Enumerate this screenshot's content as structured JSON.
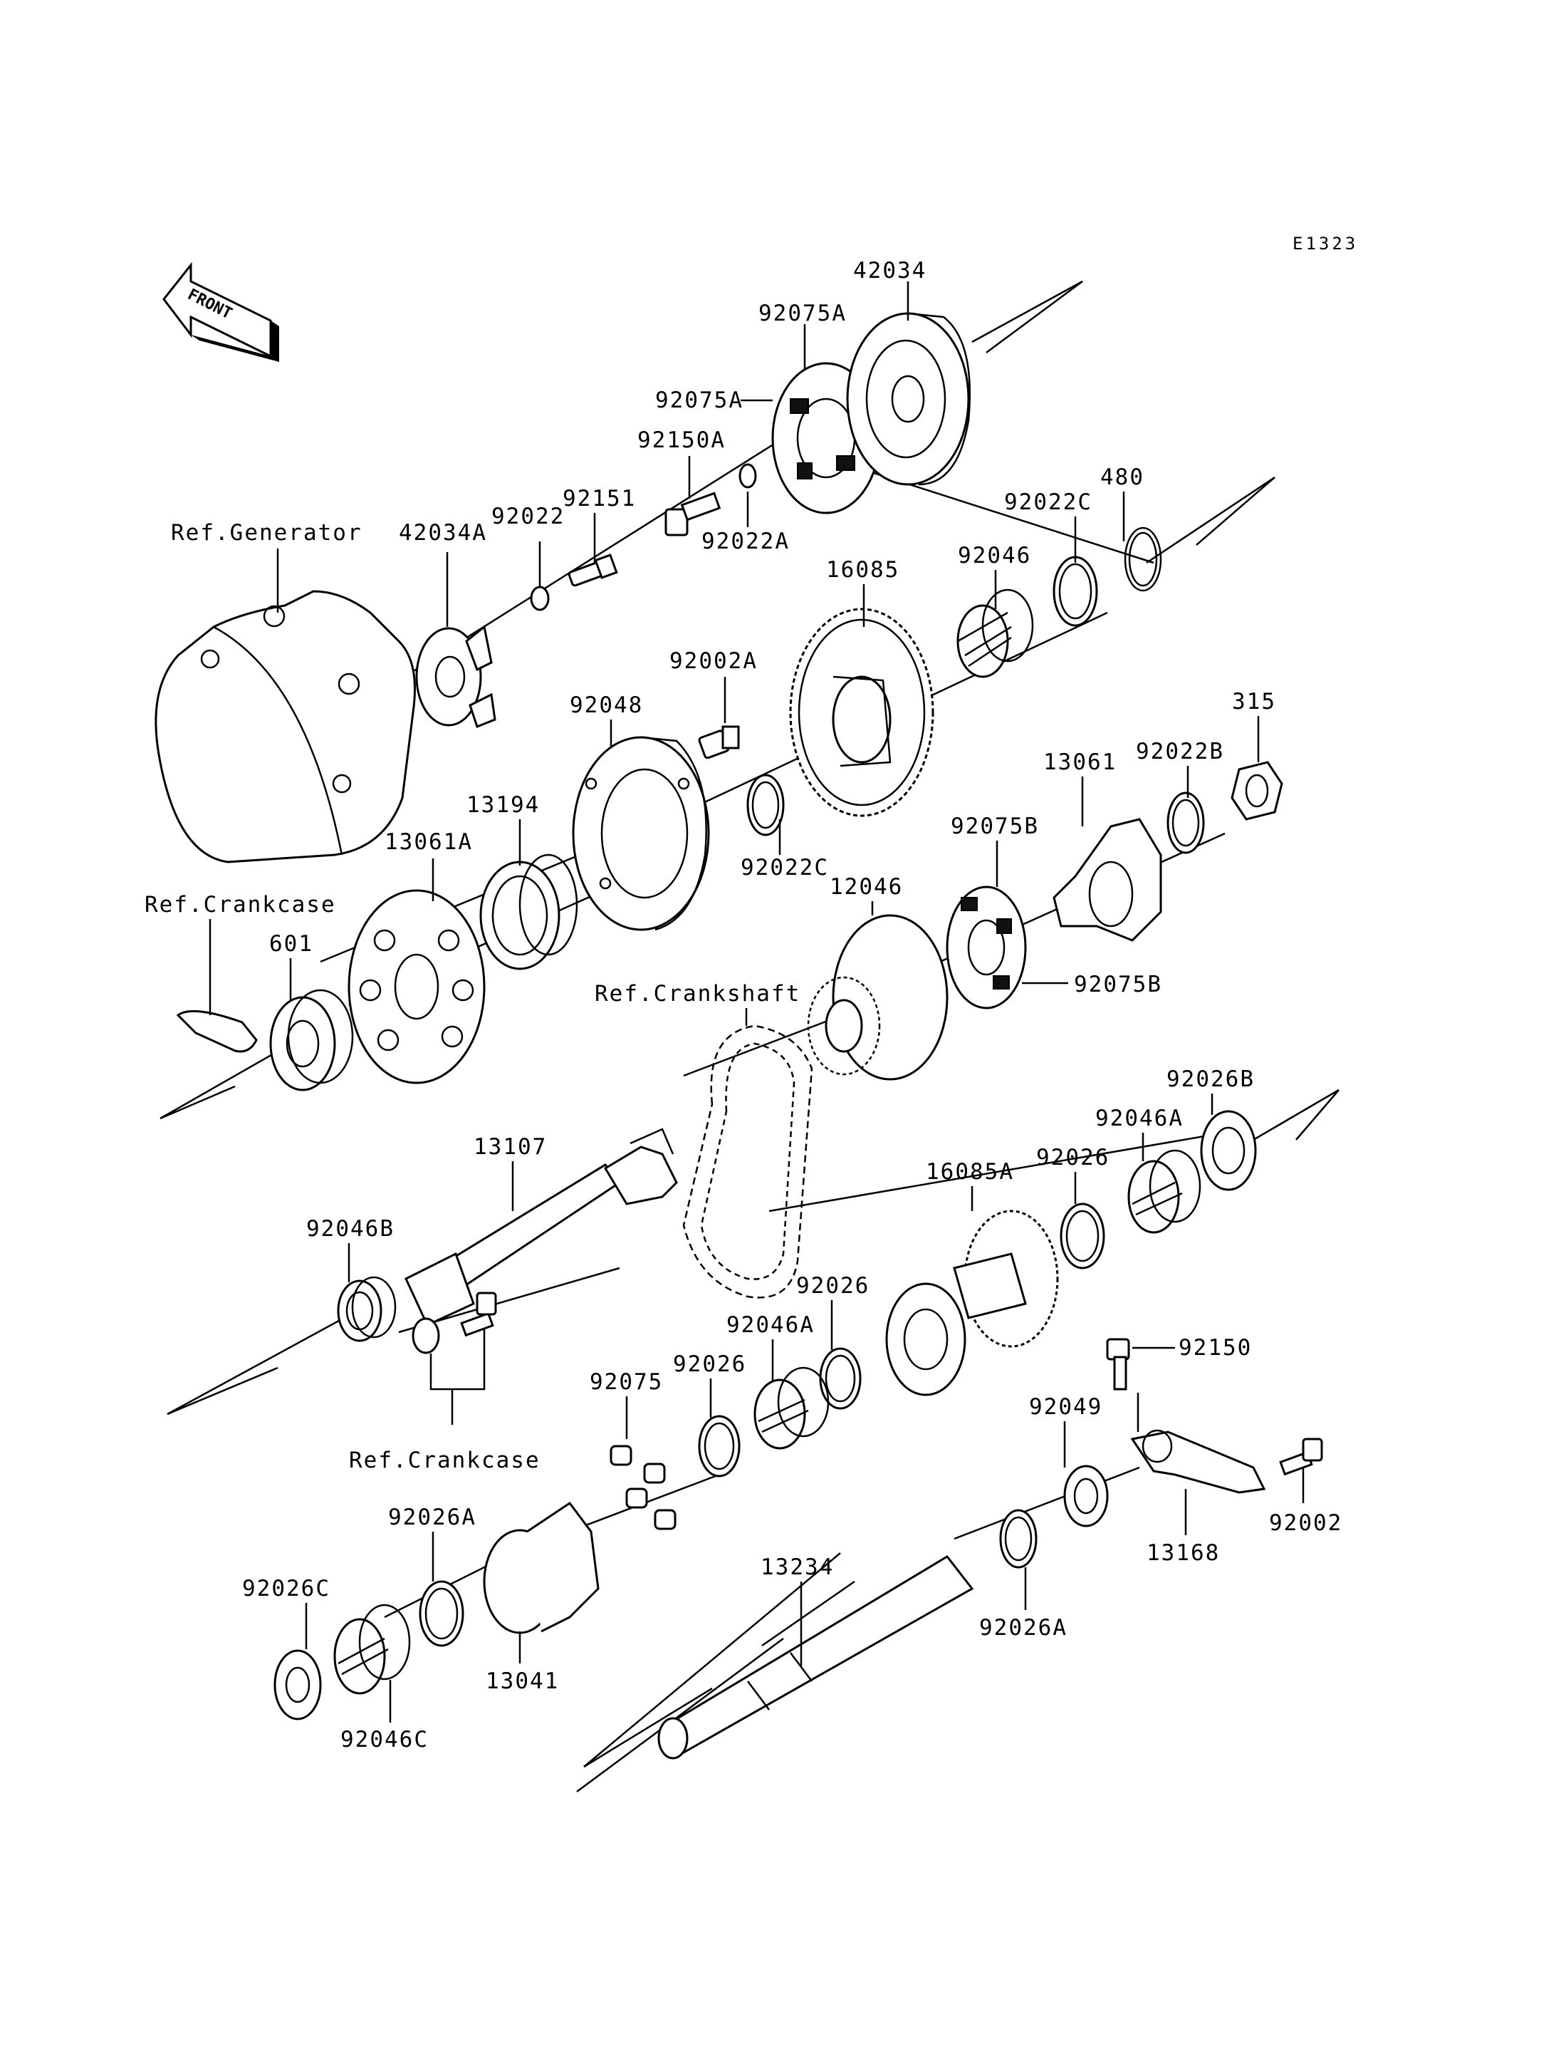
{
  "diagram_code": "E1323",
  "front_label": "FRONT",
  "labels": {
    "l42034": "42034",
    "l92075A_top": "92075A",
    "l92075A_side": "92075A",
    "l92150A": "92150A",
    "l92022A": "92022A",
    "l92151": "92151",
    "l92022": "92022",
    "l42034A": "42034A",
    "l_ref_generator": "Ref.Generator",
    "l480": "480",
    "l92022C_top": "92022C",
    "l92046": "92046",
    "l16085": "16085",
    "l92002A": "92002A",
    "l92048": "92048",
    "l92022C_mid": "92022C",
    "l13194": "13194",
    "l13061A": "13061A",
    "l315": "315",
    "l92022B": "92022B",
    "l13061": "13061",
    "l92075B_top": "92075B",
    "l92075B_side": "92075B",
    "l12046": "12046",
    "l_ref_crankcase_1": "Ref.Crankcase",
    "l601": "601",
    "l_ref_crankshaft": "Ref.Crankshaft",
    "l92026B": "92026B",
    "l92046A_right": "92046A",
    "l92026_right": "92026",
    "l16085A": "16085A",
    "l13107": "13107",
    "l92046B": "92046B",
    "l92026_mid": "92026",
    "l92046A_mid": "92046A",
    "l92026_left": "92026",
    "l92075": "92075",
    "l92150": "92150",
    "l92049": "92049",
    "l_ref_crankcase_2": "Ref.Crankcase",
    "l92002": "92002",
    "l13168": "13168",
    "l92026A_left": "92026A",
    "l92026C": "92026C",
    "l13234": "13234",
    "l92026A_right": "92026A",
    "l13041": "13041",
    "l92046C": "92046C"
  }
}
